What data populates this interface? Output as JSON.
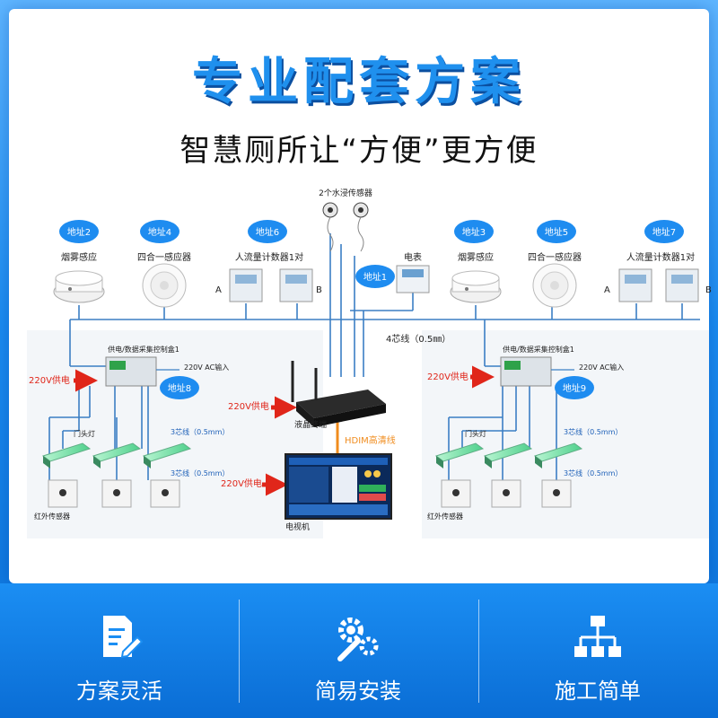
{
  "header": {
    "title": "专业配套方案",
    "subtitle": "智慧厕所让“方便”更方便"
  },
  "diagram": {
    "water_sensor_label": "2个水浸传感器",
    "addresses": {
      "a1": "地址1",
      "a2": "地址2",
      "a3": "地址3",
      "a4": "地址4",
      "a5": "地址5",
      "a6": "地址6",
      "a7": "地址7",
      "a8": "地址8",
      "a9": "地址9"
    },
    "smoke_label": "烟雾感应",
    "four_in_one_label": "四合一感应器",
    "people_counter_label": "人流量计数器1对",
    "people_counter_label_right": "人流量计数器1对",
    "meter_label": "电表",
    "side_a": "A",
    "side_b": "B",
    "side_a_right": "A",
    "side_b_right": "B",
    "wire4": "4芯线（0.5㎜）",
    "control_box_label": "供电/数据采集控制盒1",
    "control_box_label_right": "供电/数据采集控制盒1",
    "ac_input": "220V AC输入",
    "ac_input_right": "220V AC输入",
    "power_220": "220V供电",
    "door_light": "门头灯",
    "wire3_a": "3芯线（0.5mm）",
    "wire3_b": "3芯线（0.5mm）",
    "ir_sensor": "红外传感器",
    "lcd_terminal": "液晶终端",
    "hdmi": "HDIM高清线",
    "tv": "电视机"
  },
  "features": [
    {
      "label": "方案灵活",
      "icon": "document-edit-icon"
    },
    {
      "label": "简易安装",
      "icon": "gear-wrench-icon"
    },
    {
      "label": "施工简单",
      "icon": "hierarchy-icon"
    }
  ],
  "colors": {
    "accent": "#1f90ee",
    "address_badge": "#1e8cf0",
    "arrow_red": "#e0261a",
    "light_green": "#7ee8b0"
  }
}
